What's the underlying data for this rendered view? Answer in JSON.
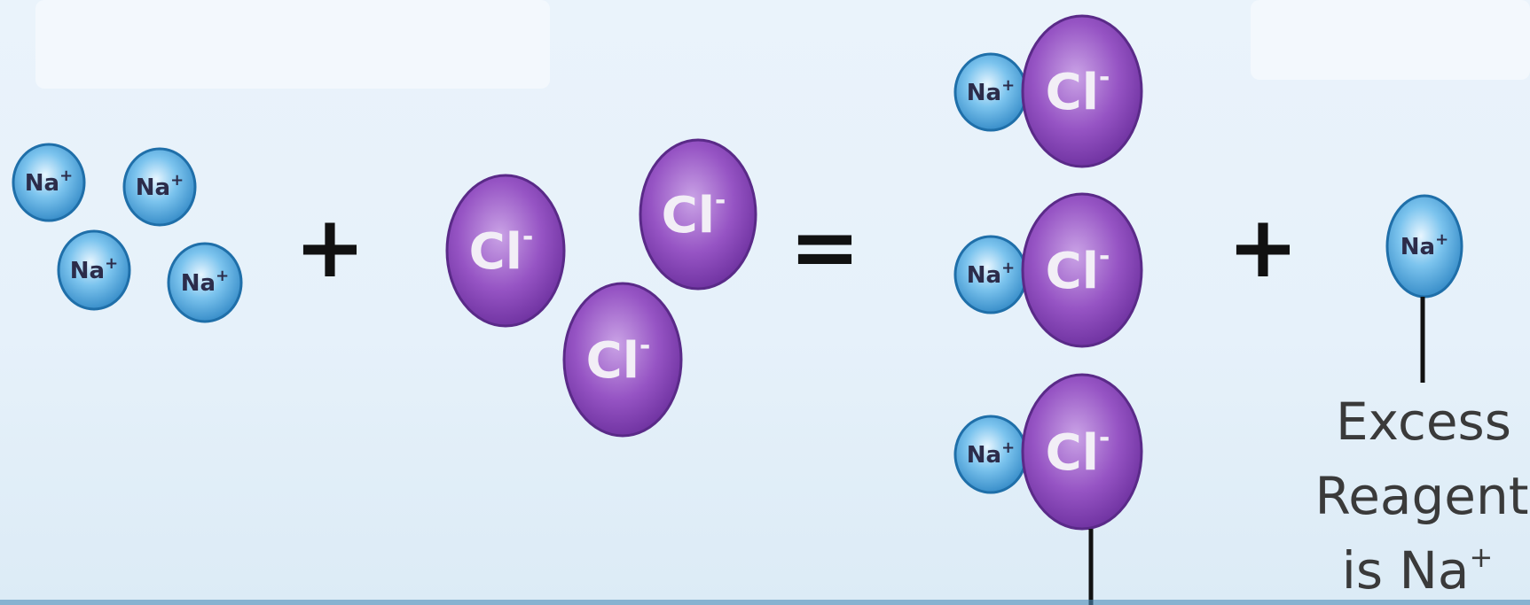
{
  "ions": {
    "na": {
      "symbol": "Na",
      "charge": "+"
    },
    "cl": {
      "symbol": "Cl",
      "charge": "-"
    }
  },
  "operators": {
    "plus": "+",
    "equals": "="
  },
  "excess_label": {
    "lines": [
      "Excess",
      "Reagent",
      "is Na"
    ],
    "charge": "+"
  },
  "colors": {
    "na_fill": "#5fb2e6",
    "na_stroke": "#1f6fa9",
    "cl_fill": "#9d5bc9",
    "cl_stroke": "#5a2a88",
    "background": "#e6f1fa"
  }
}
